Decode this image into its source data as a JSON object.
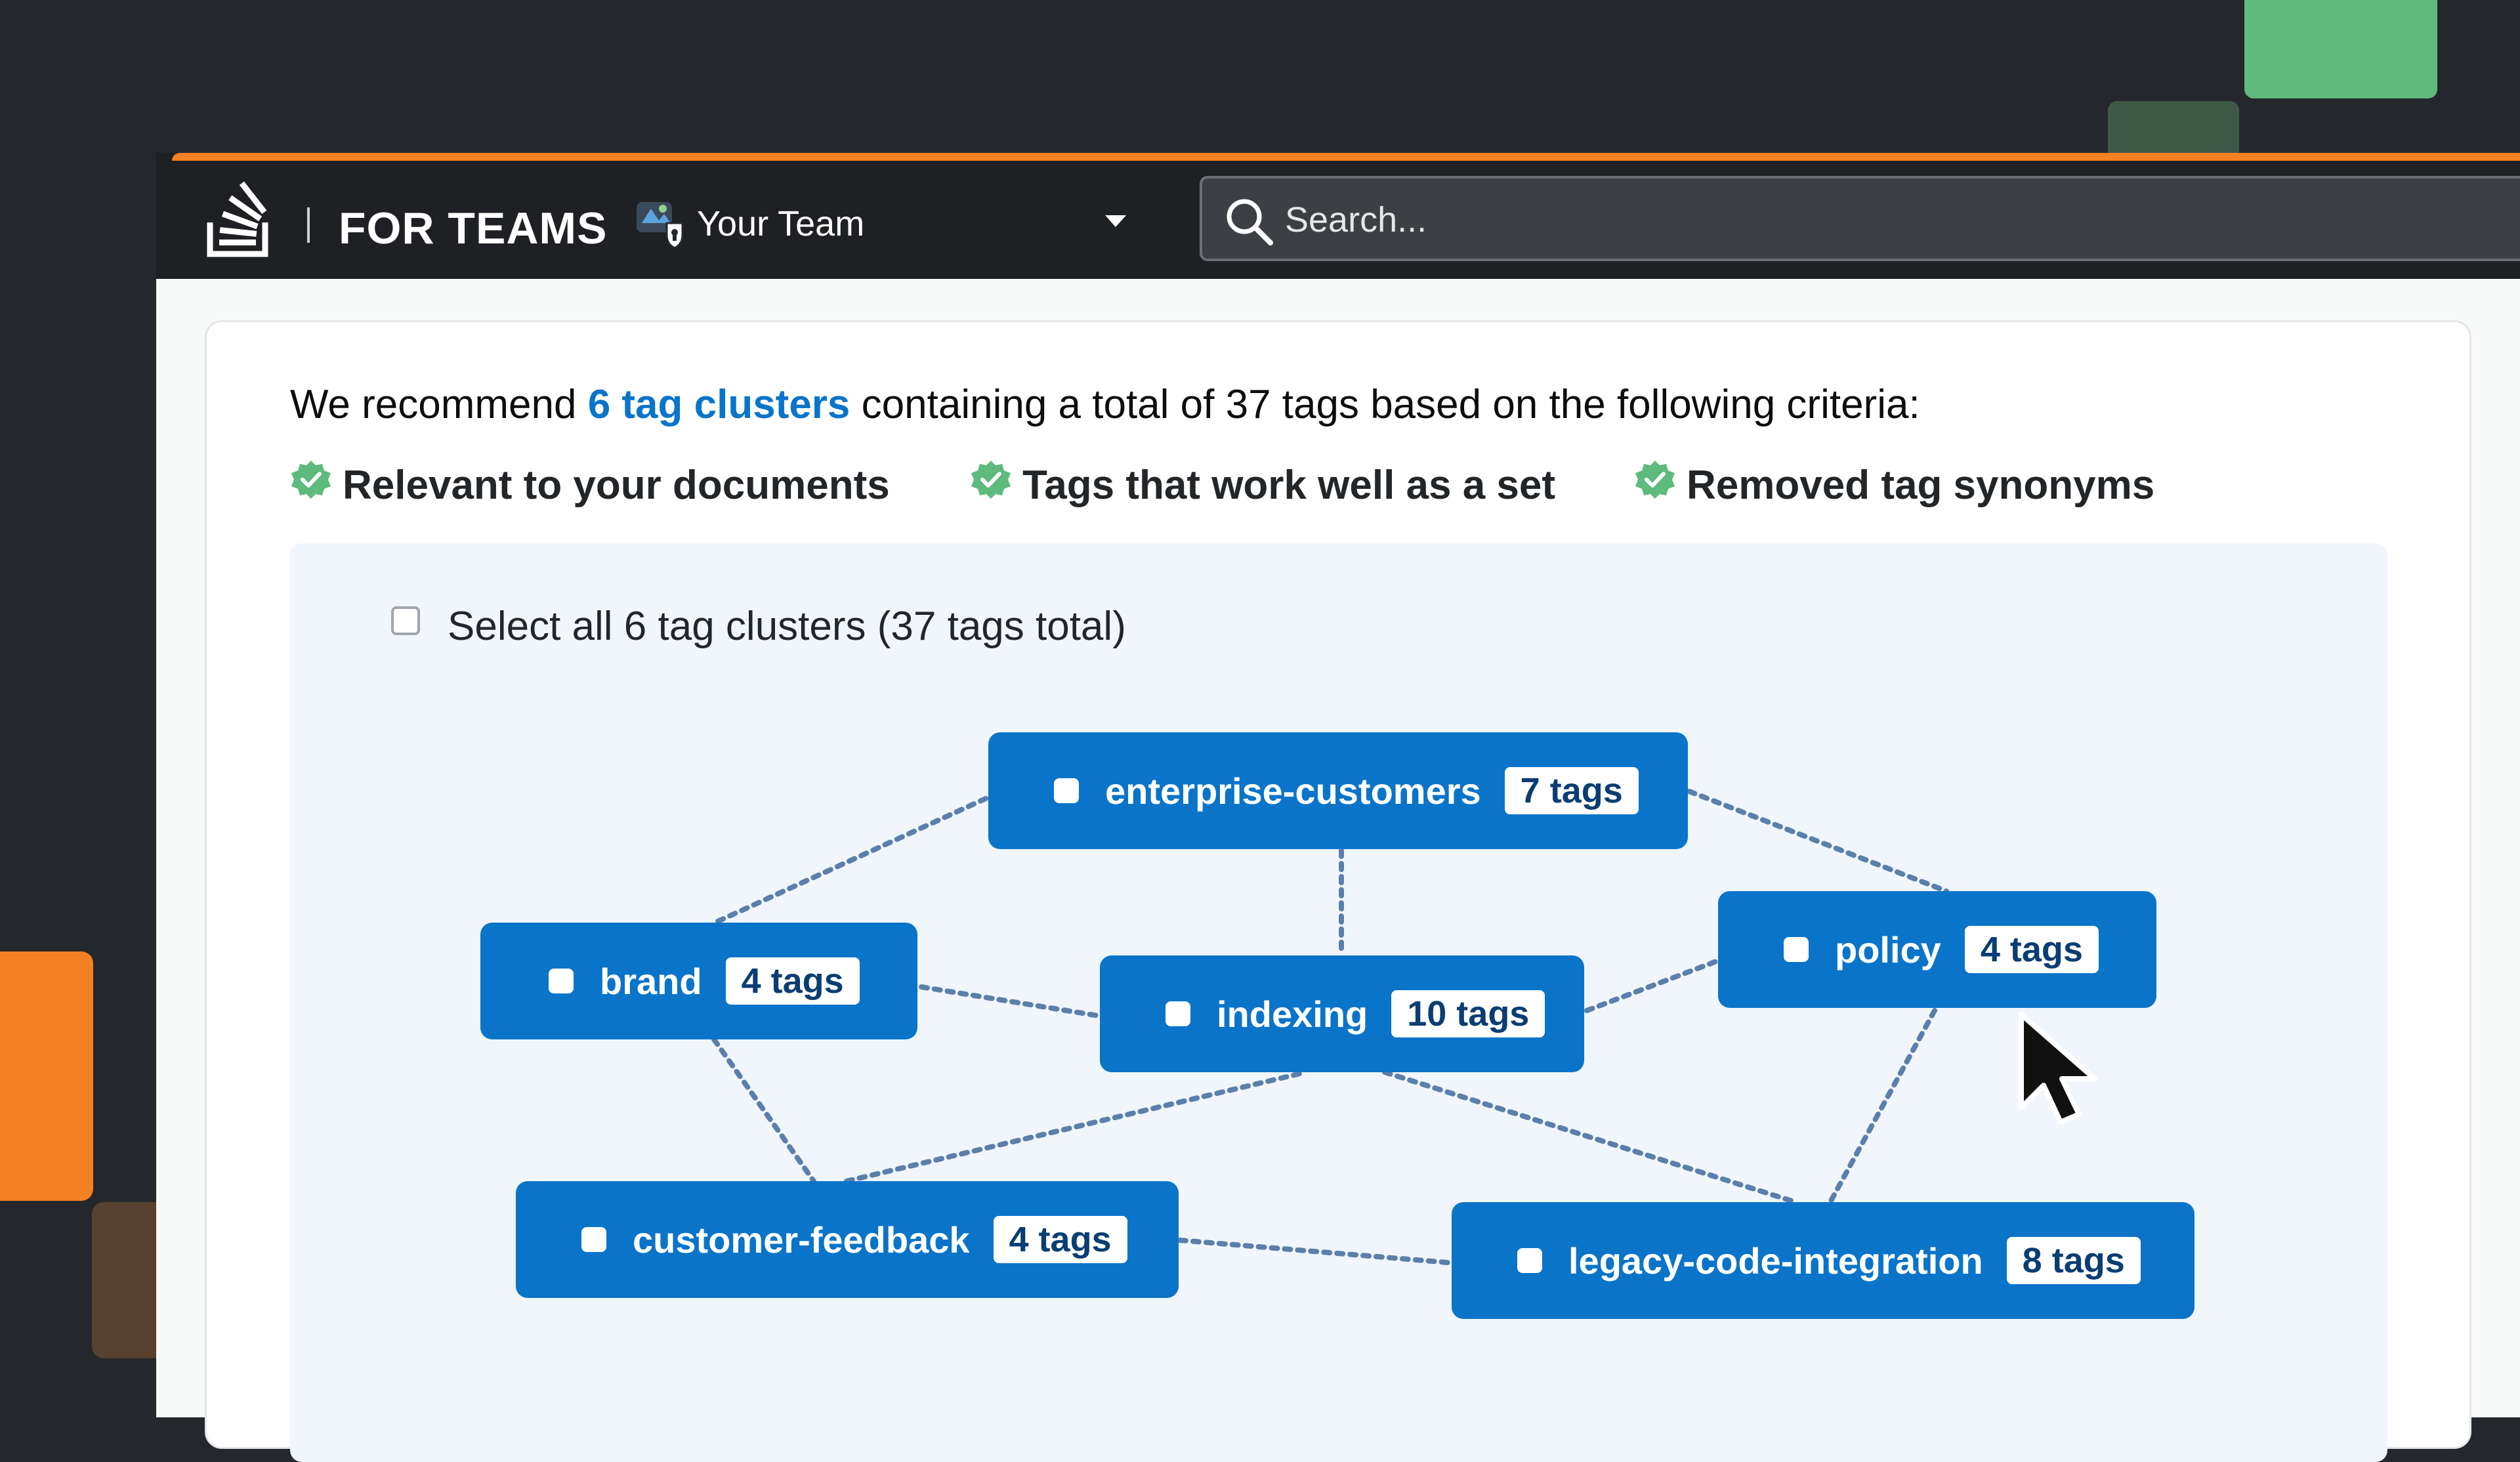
{
  "header": {
    "brand_text": "FOR TEAMS",
    "team_name": "Your Team",
    "search_placeholder": "Search..."
  },
  "recommendation": {
    "prefix": "We recommend ",
    "link_text": "6 tag clusters",
    "suffix": " containing a total of 37 tags based on the following criteria:"
  },
  "criteria": [
    "Relevant to your documents",
    "Tags that work well as a set",
    "Removed tag synonyms"
  ],
  "select_all": {
    "label": "Select all 6 tag clusters (37 tags total)",
    "checked": false
  },
  "clusters": [
    {
      "name": "enterprise-customers",
      "count": "7 tags"
    },
    {
      "name": "brand",
      "count": "4 tags"
    },
    {
      "name": "indexing",
      "count": "10 tags"
    },
    {
      "name": "policy",
      "count": "4 tags"
    },
    {
      "name": "customer-feedback",
      "count": "4 tags"
    },
    {
      "name": "legacy-code-integration",
      "count": "8 tags"
    }
  ],
  "colors": {
    "accent_orange": "#f48024",
    "link_blue": "#0a74c9",
    "node_blue": "#0a74c9",
    "check_green": "#5eba7d",
    "header_bg": "#1f2023",
    "page_bg": "#24272b"
  },
  "icons": {
    "logo": "stack-overflow-logo",
    "team": "team-avatar-icon",
    "search": "search-icon",
    "criteria": "verified-check-icon",
    "pointer": "mouse-cursor-icon"
  }
}
